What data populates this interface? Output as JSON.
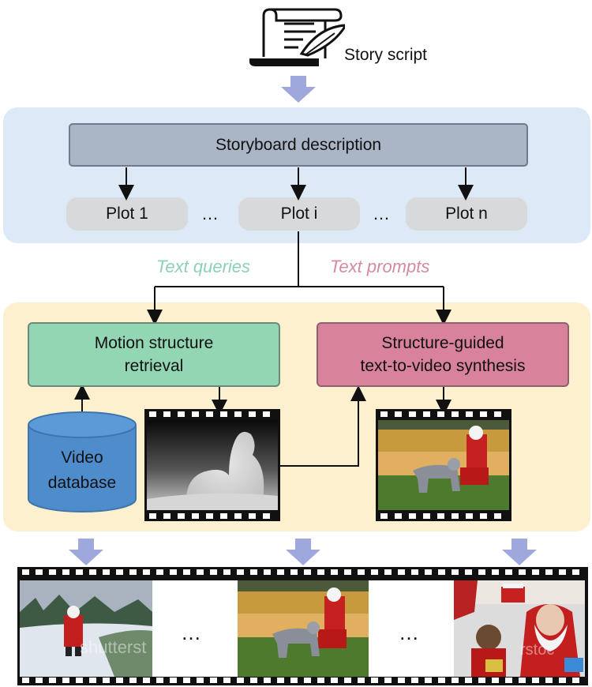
{
  "input": {
    "label": "Story script",
    "icon": "scroll-quill-icon"
  },
  "storyboard": {
    "description": "Storyboard description",
    "plots": [
      "Plot 1",
      "Plot i",
      "Plot n"
    ],
    "ellipsis": "…"
  },
  "edges": {
    "queries": "Text queries",
    "prompts": "Text prompts"
  },
  "modules": {
    "retrieval": {
      "line1": "Motion structure",
      "line2": "retrieval"
    },
    "synthesis": {
      "line1": "Structure-guided",
      "line2": "text-to-video synthesis"
    },
    "database": {
      "line1": "Video",
      "line2": "database"
    }
  },
  "output": {
    "ellipsis": "…",
    "watermark": "shutterstock"
  },
  "colors": {
    "blue_panel": "#dde9f6",
    "yellow_panel": "#fdf0cf",
    "storyboard_box": "#aab5c6",
    "plot_pill": "#d8d9db",
    "retrieval_box": "#93d6b4",
    "synthesis_box": "#d9829c",
    "database": "#4f8ccb",
    "arrow_down": "#9fa8dc",
    "queries_text": "#8cd0b6",
    "prompts_text": "#d48aa4"
  }
}
